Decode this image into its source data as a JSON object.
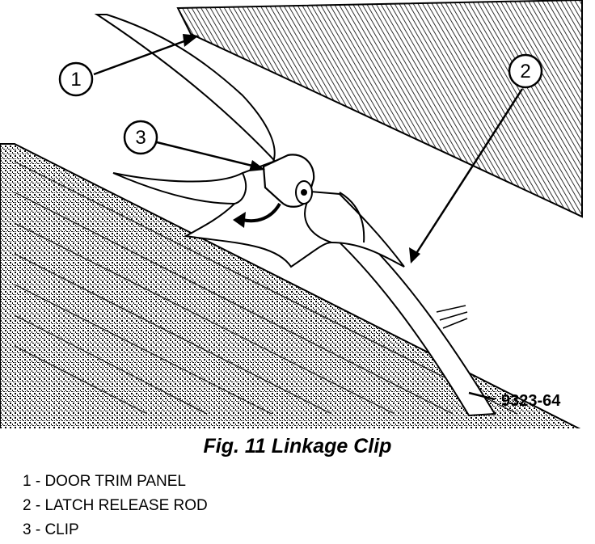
{
  "figure": {
    "caption": "Fig. 11 Linkage Clip",
    "reference_code": "9323-64",
    "callouts": [
      {
        "number": "1"
      },
      {
        "number": "2"
      },
      {
        "number": "3"
      }
    ],
    "legend": [
      {
        "text": "1 - DOOR TRIM PANEL"
      },
      {
        "text": "2 - LATCH RELEASE ROD"
      },
      {
        "text": "3 - CLIP"
      }
    ]
  }
}
